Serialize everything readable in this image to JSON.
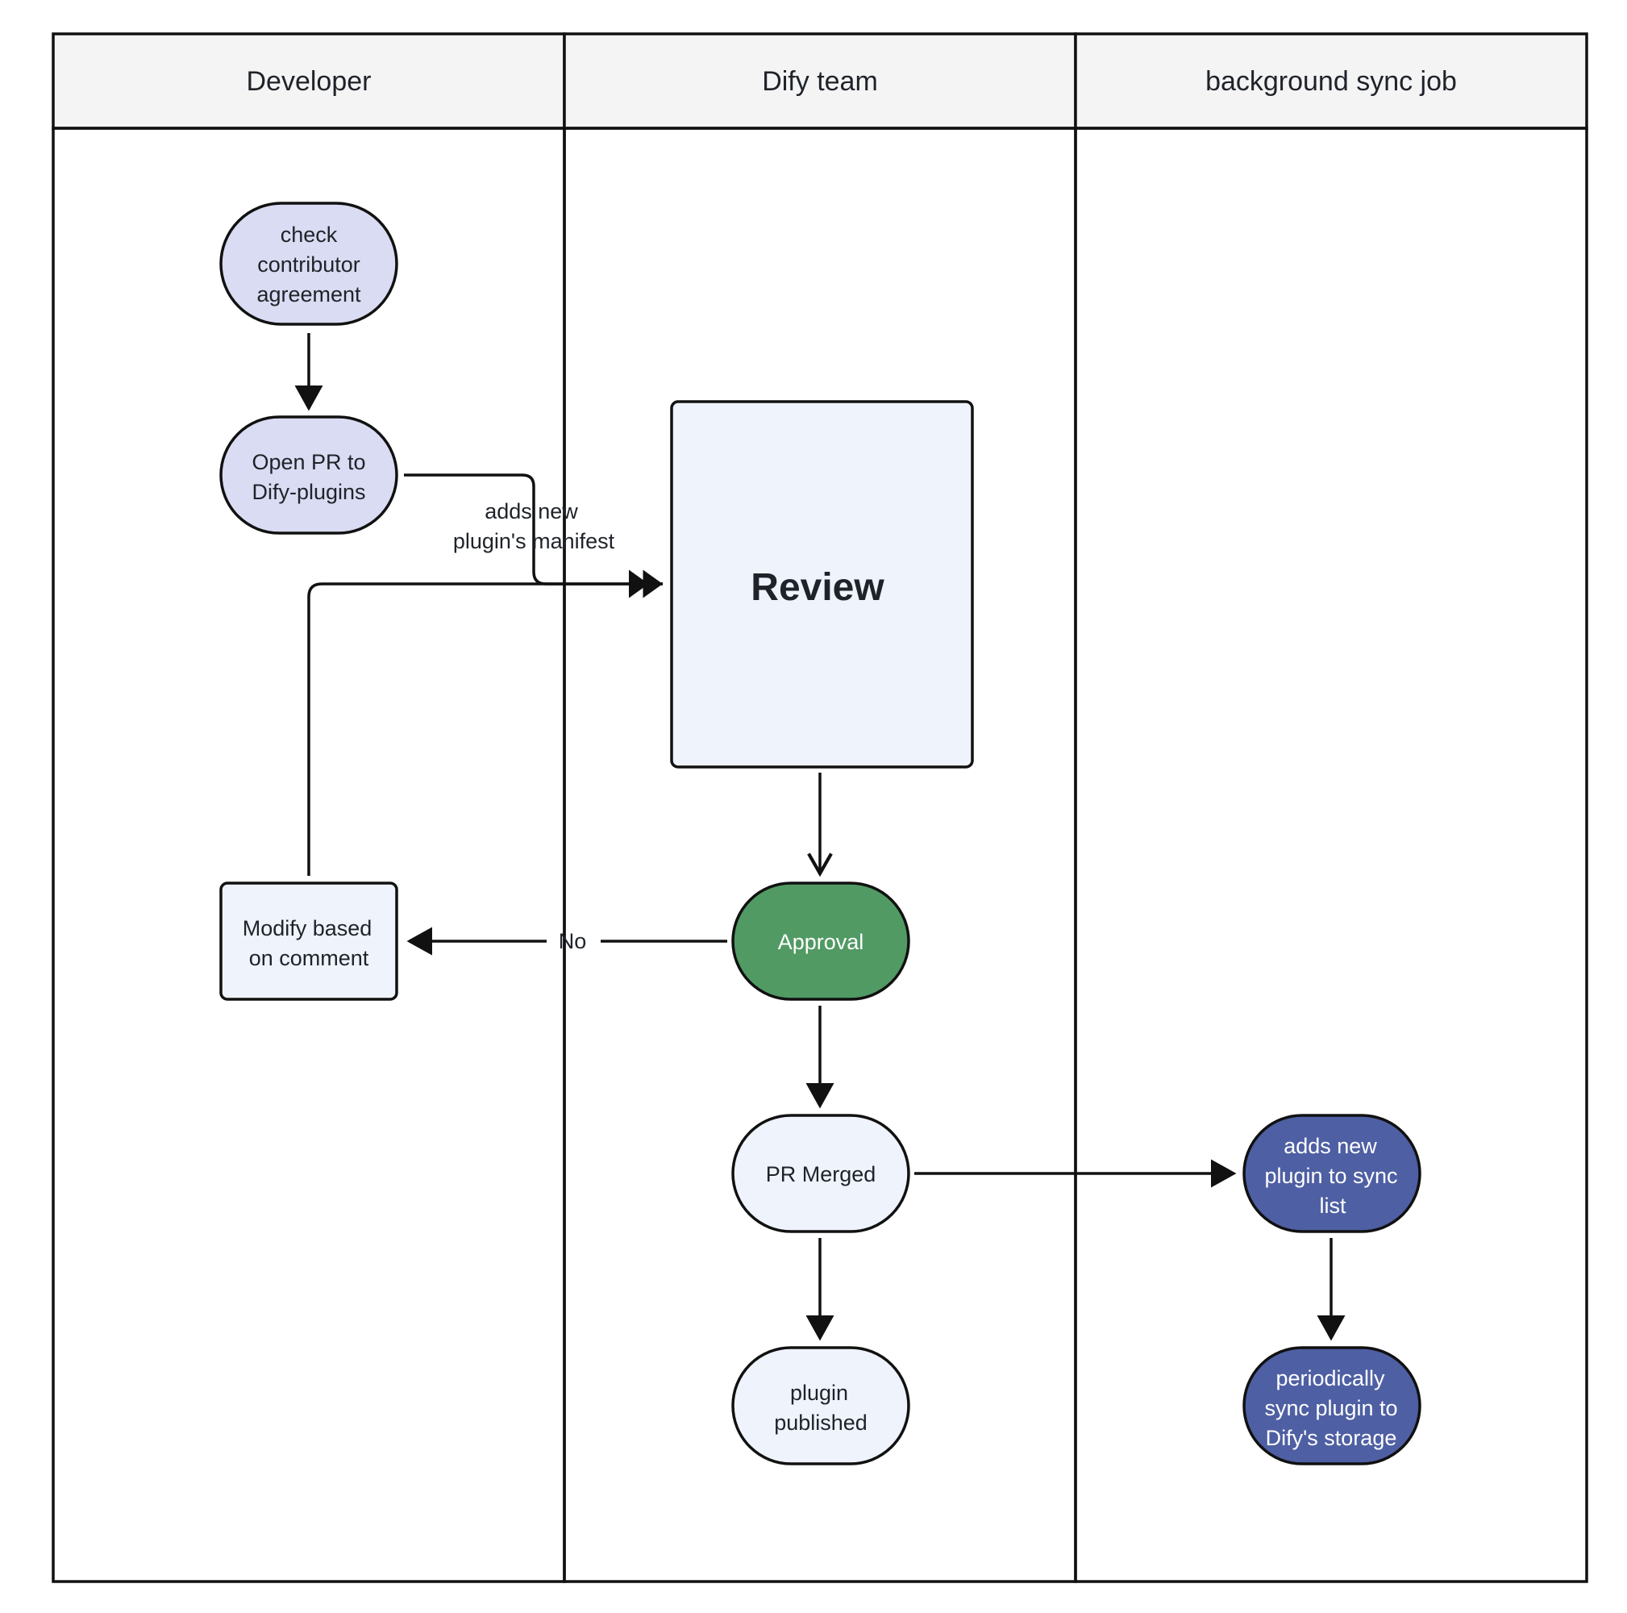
{
  "lanes": [
    {
      "id": "developer",
      "label": "Developer"
    },
    {
      "id": "dify-team",
      "label": "Dify team"
    },
    {
      "id": "sync-job",
      "label": "background sync job"
    }
  ],
  "nodes": {
    "check_agreement": {
      "lines": [
        "check",
        "contributor",
        "agreement"
      ]
    },
    "open_pr": {
      "lines": [
        "Open PR to",
        "Dify-plugins"
      ]
    },
    "review": {
      "lines": [
        "Review"
      ]
    },
    "modify": {
      "lines": [
        "Modify based",
        "on comment"
      ]
    },
    "approval": {
      "lines": [
        "Approval"
      ]
    },
    "pr_merged": {
      "lines": [
        "PR Merged"
      ]
    },
    "plugin_published": {
      "lines": [
        "plugin",
        "published"
      ]
    },
    "adds_sync": {
      "lines": [
        "adds new",
        "plugin to sync",
        "list"
      ]
    },
    "periodic_sync": {
      "lines": [
        "periodically",
        "sync plugin to",
        "Dify's storage"
      ]
    }
  },
  "edges": {
    "manifest_label": [
      "adds new",
      "plugin's manifest"
    ],
    "no_label": [
      "No"
    ]
  },
  "colors": {
    "lavender": "#d9dcf2",
    "pale_blue": "#eef3fc",
    "green": "#519a64",
    "indigo": "#4e5fa3",
    "header_bg": "#f4f4f4",
    "stroke": "#111111"
  }
}
